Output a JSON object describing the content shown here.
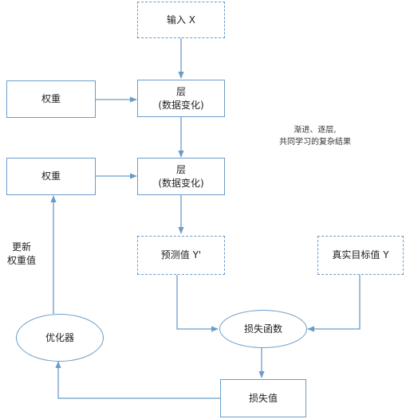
{
  "nodes": {
    "input_x": "输入 X",
    "weights_1": "权重",
    "layer_1": {
      "line1": "层",
      "line2": "(数据变化)"
    },
    "weights_2": "权重",
    "layer_2": {
      "line1": "层",
      "line2": "(数据变化)"
    },
    "prediction": "预测值 Y'",
    "true_target": "真实目标值 Y",
    "loss_function": "损失函数",
    "optimizer": "优化器",
    "loss_value": "损失值"
  },
  "annotations": {
    "note_line1": "渐进、逐层,",
    "note_line2": "共同学习的复杂结果",
    "update_line1": "更新",
    "update_line2": "权重值"
  },
  "colors": {
    "stroke": "#6a9cc8",
    "text": "#222222"
  }
}
